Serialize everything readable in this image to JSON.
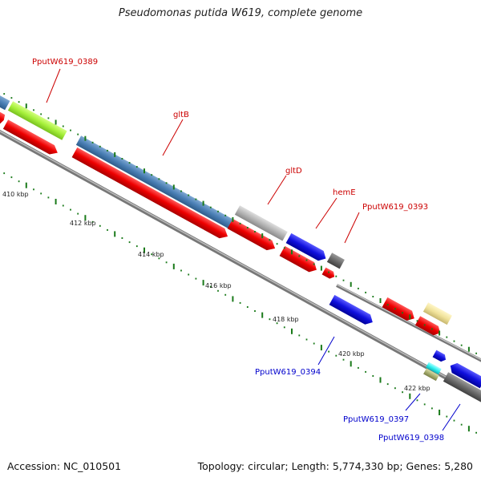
{
  "title": "Pseudomonas putida W619, complete genome",
  "footer": {
    "accession": "Accession: NC_010501",
    "summary": "Topology: circular; Length: 5,774,330 bp; Genes: 5,280"
  },
  "scale_labels": [
    "410 kbp",
    "412 kbp",
    "414 kbp",
    "416 kbp",
    "418 kbp",
    "420 kbp",
    "422 kbp"
  ],
  "gene_labels": [
    {
      "text": "PputW619_0389",
      "color": "#cc0000"
    },
    {
      "text": "gltB",
      "color": "#cc0000"
    },
    {
      "text": "gltD",
      "color": "#cc0000"
    },
    {
      "text": "hemE",
      "color": "#cc0000"
    },
    {
      "text": "PputW619_0393",
      "color": "#cc0000"
    },
    {
      "text": "PputW619_0394",
      "color": "#0000cc"
    },
    {
      "text": "PputW619_0397",
      "color": "#0000cc"
    },
    {
      "text": "PputW619_0398",
      "color": "#0000cc"
    }
  ],
  "colors": {
    "forward_cds": "#4a7fb5",
    "reverse_cds": "#ee0000",
    "blue_feature": "#1010dd",
    "backbone": "#888888",
    "tick": "#1a7a1a"
  }
}
